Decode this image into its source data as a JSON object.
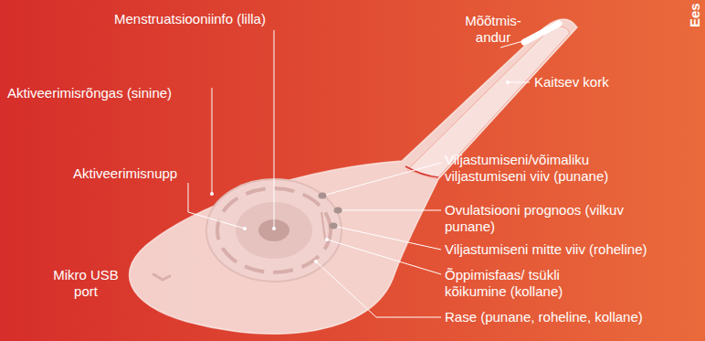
{
  "diagram": {
    "labels": [
      "Menstruatsiooniinfo (lilla)",
      "Mõõtmis- andur",
      "Kaitsev kork",
      "Aktiveerimisrõngas (sinine)",
      "Viljastumiseni/võimaliku viljastumiseni viiv (punane)",
      "Aktiveerimisnupp",
      "Ovulatsiooni prognoos (vilkuv punane)",
      "Viljastumiseni mitte viiv (roheline)",
      "Õppimisfaas/ tsükli kõikumine (kollane)",
      "Mikro USB port",
      "Rase (punane, roheline, kollane)",
      "Ees"
    ]
  }
}
